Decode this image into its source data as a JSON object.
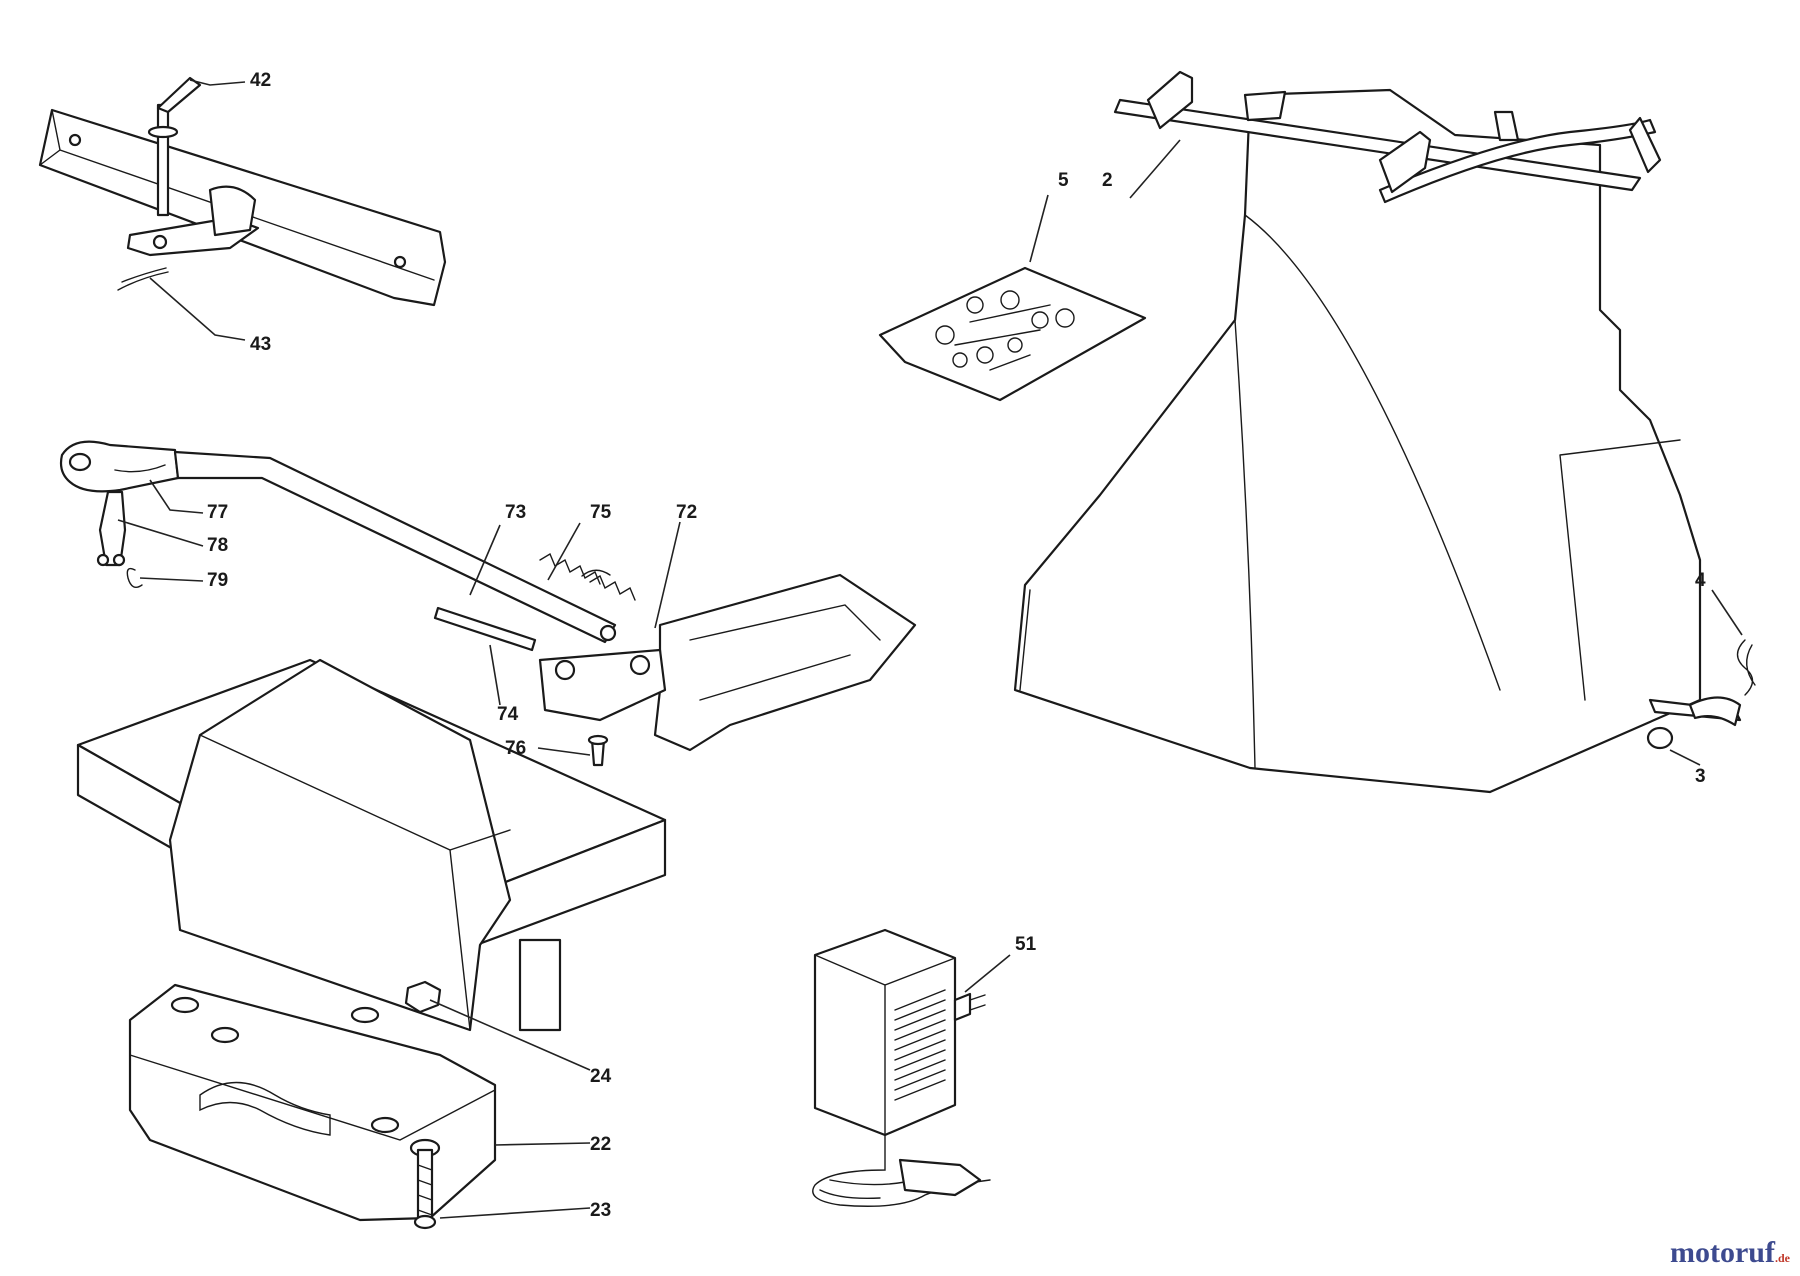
{
  "callouts": {
    "c2": "2",
    "c3": "3",
    "c4": "4",
    "c5": "5",
    "c22": "22",
    "c23": "23",
    "c24": "24",
    "c42": "42",
    "c43": "43",
    "c51": "51",
    "c72": "72",
    "c73": "73",
    "c74": "74",
    "c75": "75",
    "c76": "76",
    "c77": "77",
    "c78": "78",
    "c79": "79"
  },
  "watermark": {
    "brand": "motoruf",
    "tld": ".de"
  },
  "colors": {
    "line": "#1a1a1a",
    "logo_brand": "#3d4a8f",
    "logo_tld": "#c0392b"
  }
}
